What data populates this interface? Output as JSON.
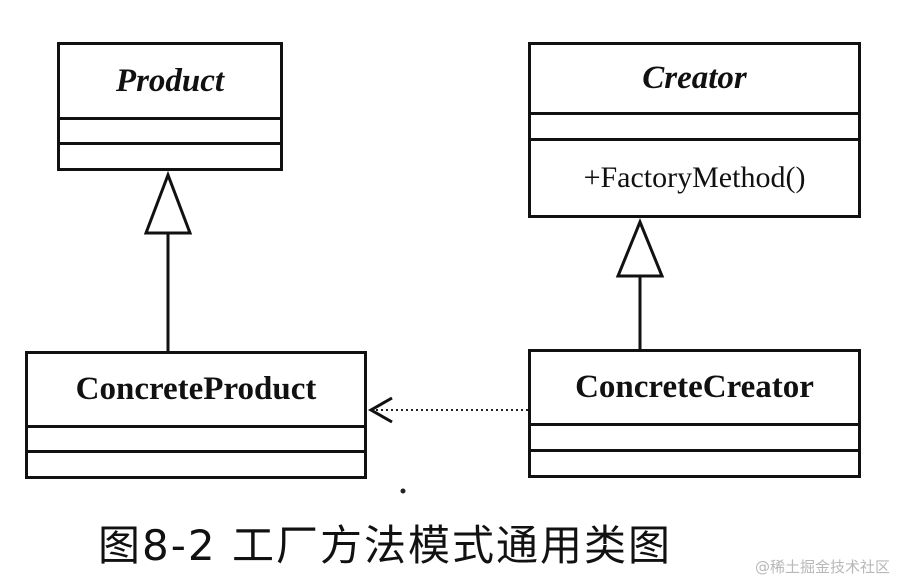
{
  "classes": {
    "product": {
      "name": "Product"
    },
    "creator": {
      "name": "Creator",
      "method": "+FactoryMethod()"
    },
    "concrete_product": {
      "name": "ConcreteProduct"
    },
    "concrete_creator": {
      "name": "ConcreteCreator"
    }
  },
  "caption": "图8-2 工厂方法模式通用类图",
  "watermark": "@稀土掘金技术社区"
}
